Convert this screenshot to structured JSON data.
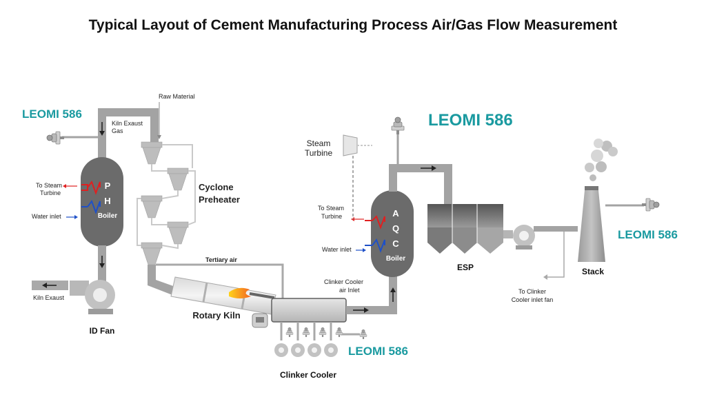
{
  "title": "Typical Layout of Cement Manufacturing Process Air/Gas Flow Measurement",
  "brand_color": "#1a9aa0",
  "leomi_labels": [
    "LEOMI 586",
    "LEOMI 586",
    "LEOMI 586",
    "LEOMI 586"
  ],
  "ph_boiler": {
    "letter1": "P",
    "letter2": "H",
    "name": "Boiler",
    "to_steam_turbine": [
      "To Steam",
      "Turbine"
    ],
    "water_inlet": "Water inlet"
  },
  "aqc_boiler": {
    "letter1": "A",
    "letter2": "Q",
    "letter3": "C",
    "name": "Boiler",
    "to_steam_turbine": [
      "To Steam",
      "Turbine"
    ],
    "water_inlet": "Water inlet"
  },
  "labels": {
    "kiln_exhaust_gas": [
      "Kiln Exaust",
      "Gas"
    ],
    "raw_material": "Raw Material",
    "cyclone_preheater": [
      "Cyclone",
      "Preheater"
    ],
    "tertiary_air": "Tertiary air",
    "rotary_kiln": "Rotary Kiln",
    "kiln_exhaust": "Kiln Exaust",
    "id_fan": "ID Fan",
    "steam_turbine": [
      "Steam",
      "Turbine"
    ],
    "clinker_cooler_air_inlet": [
      "Clinker Cooler",
      "air Inlet"
    ],
    "clinker_cooler": "Clinker Cooler",
    "esp": "ESP",
    "stack": "Stack",
    "to_clinker_cooler_fan": [
      "To Clinker",
      "Cooler inlet fan"
    ]
  },
  "icons": [
    "flow-sensor-icon",
    "fan-icon",
    "steam-turbine-icon",
    "boiler-coil-icon",
    "burner-flame-icon",
    "smoke-icon",
    "arrow-icon"
  ]
}
